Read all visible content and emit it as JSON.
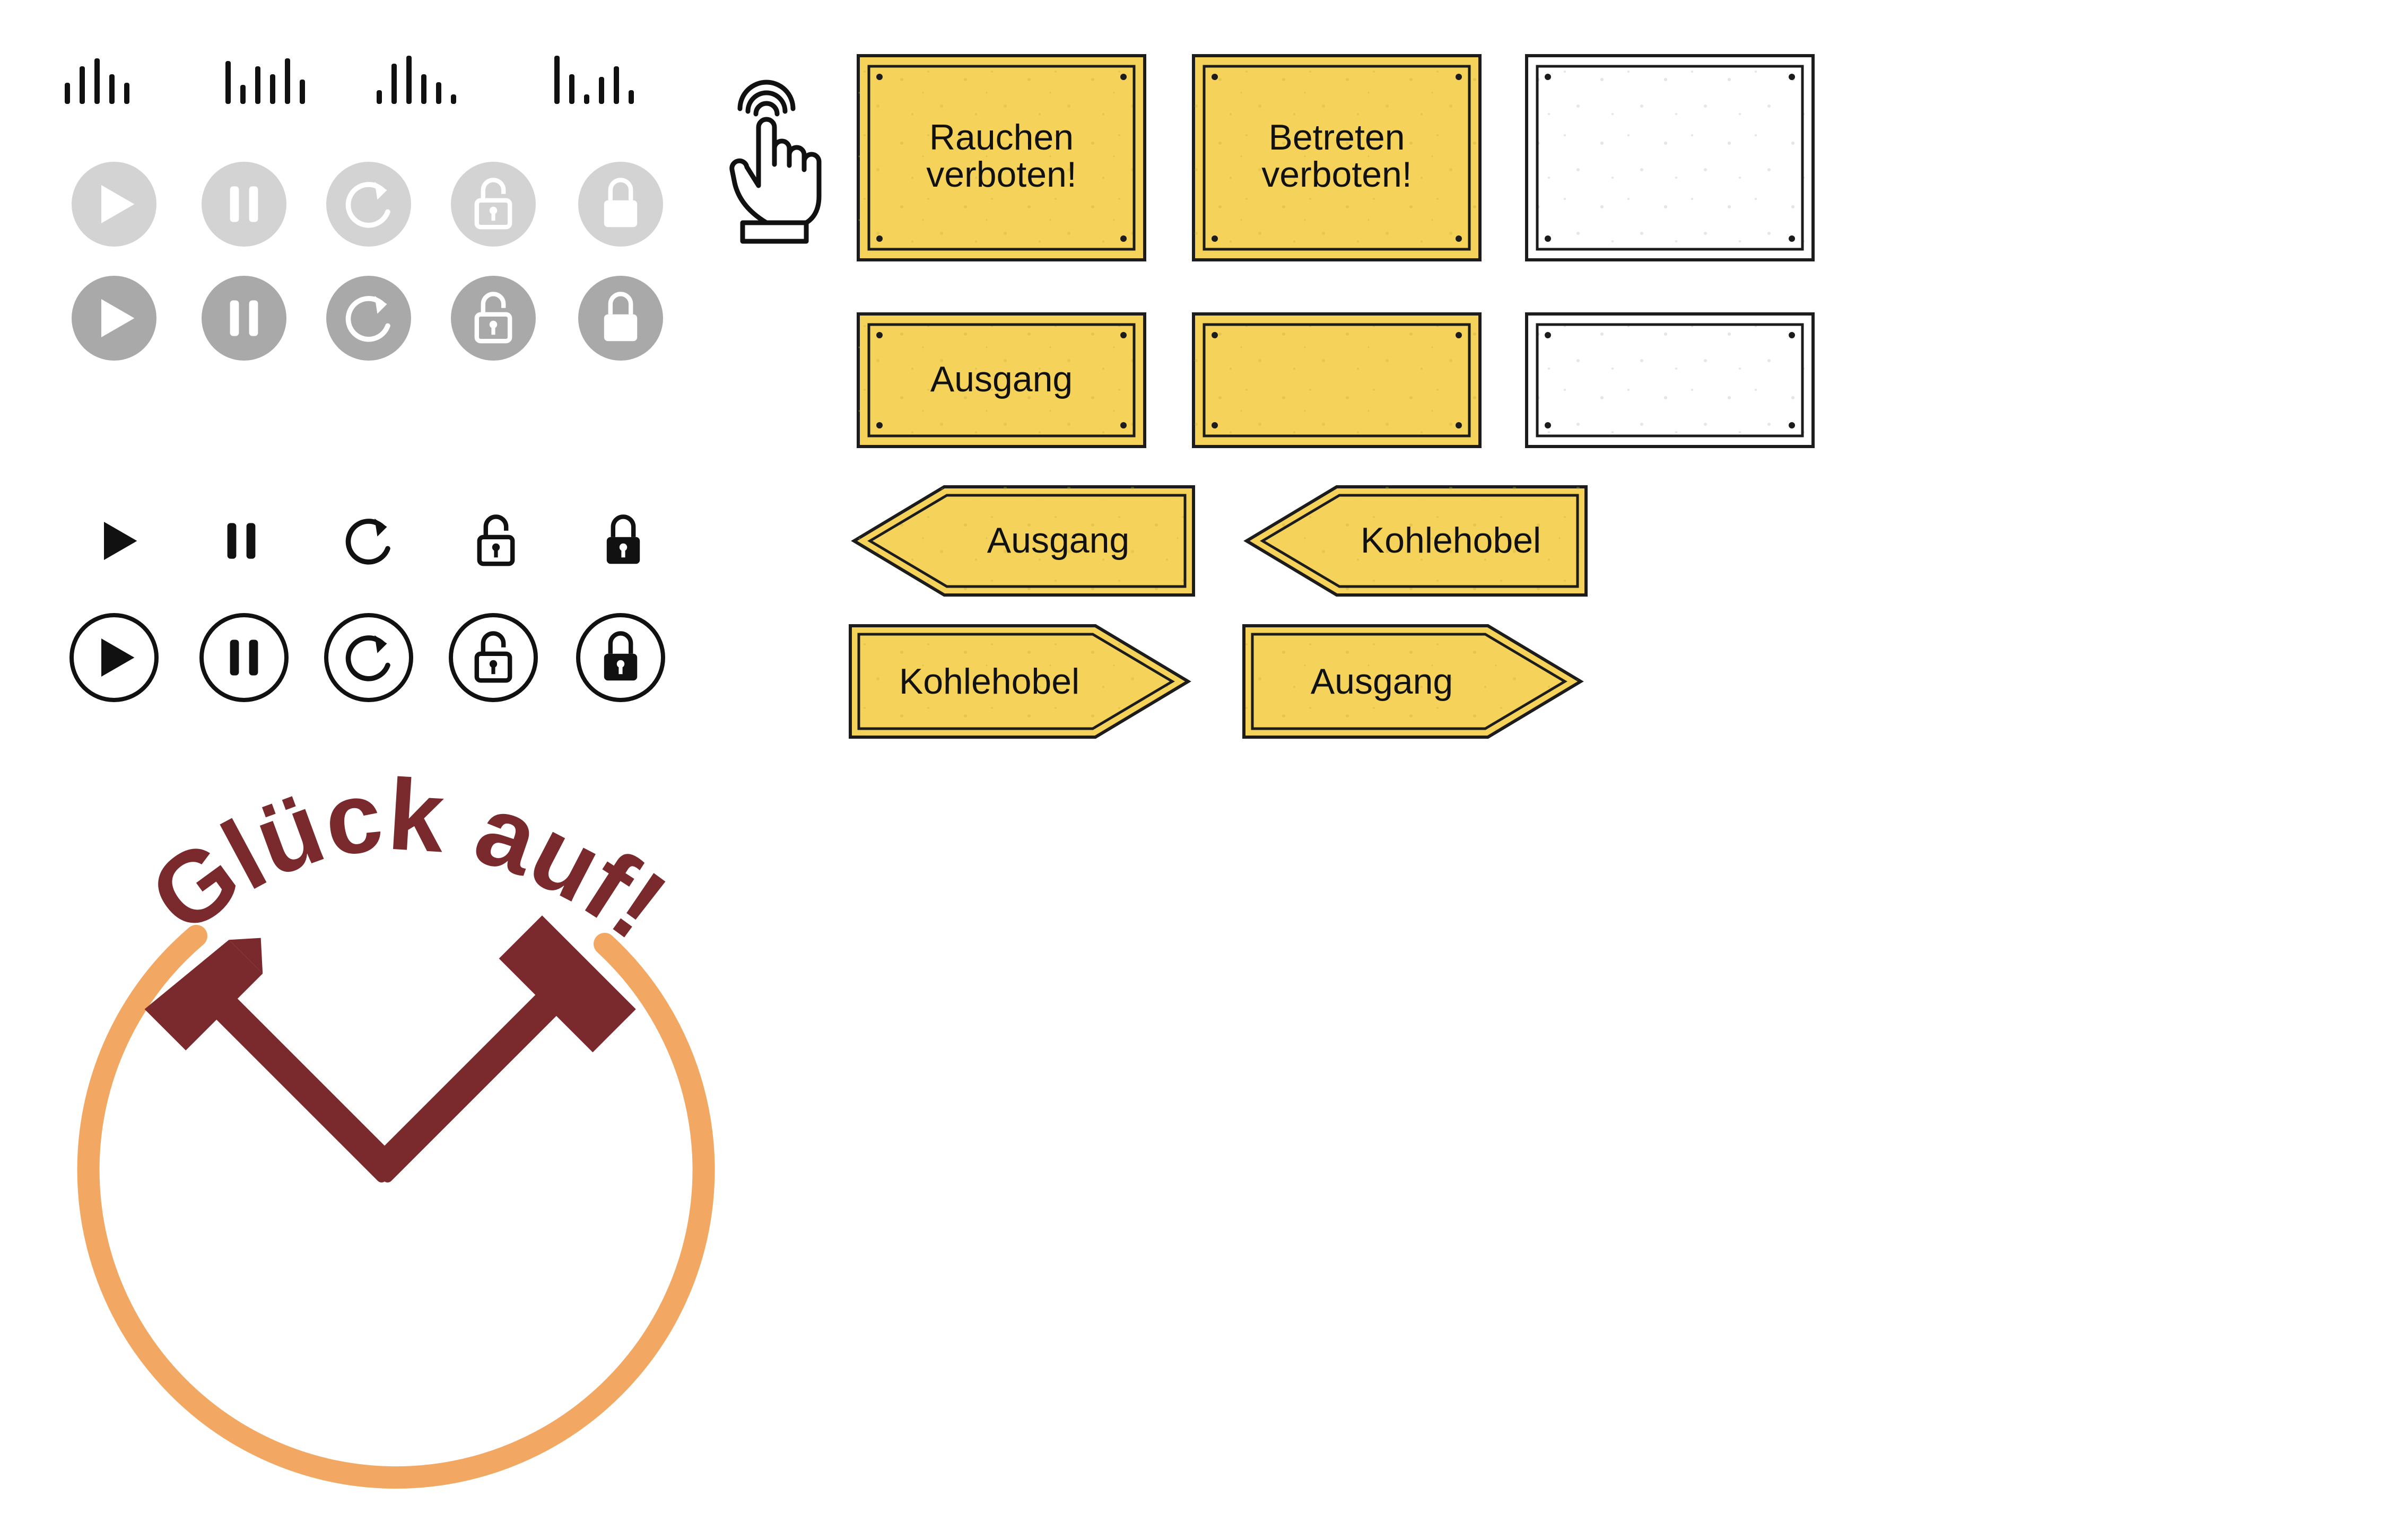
{
  "colors": {
    "sign_yellow": "#f5d35a",
    "sign_border": "#1c1c1c",
    "grey_light": "#cfcfcf",
    "grey_dark": "#a8a8a8",
    "logo_maroon": "#7a2a2c",
    "logo_ring": "#f2a862"
  },
  "icon_sets": {
    "sound_bars": [
      "sound-bars-icon-1",
      "sound-bars-icon-2",
      "sound-bars-icon-3",
      "sound-bars-icon-4"
    ],
    "media_controls": [
      "play-icon",
      "pause-icon",
      "reload-icon",
      "unlock-icon",
      "lock-icon"
    ],
    "pointer": "hand-tap-icon",
    "variants": [
      "light-grey-circle",
      "dark-grey-circle",
      "plain-black",
      "outlined-circle"
    ]
  },
  "signs": {
    "rauchen_line1": "Rauchen",
    "rauchen_line2": "verboten!",
    "betreten_line1": "Betreten",
    "betreten_line2": "verboten!",
    "ausgang_small": "Ausgang"
  },
  "arrows": {
    "left_1": "Ausgang",
    "left_2": "Kohlehobel",
    "right_1": "Kohlehobel",
    "right_2": "Ausgang"
  },
  "logo": {
    "text": "Glück auf!",
    "icon": "crossed-hammers-icon"
  }
}
